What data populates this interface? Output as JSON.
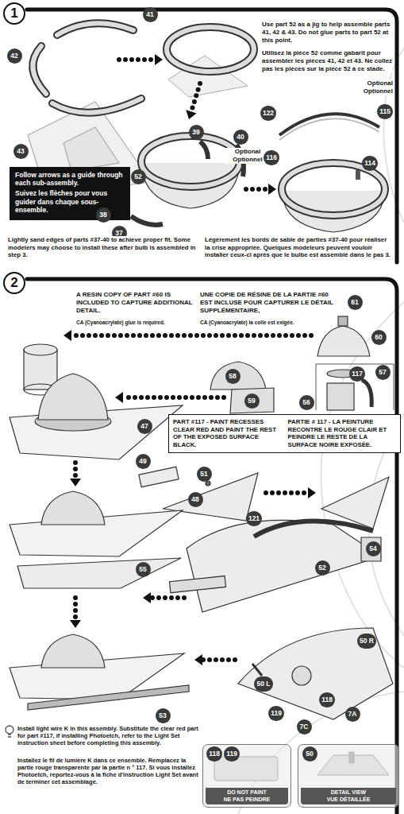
{
  "diagram": {
    "nodes": [
      {
        "text": [
          "1"
        ]
      },
      {
        "text": [
          "Follow arrows as a guide through each sub-assembly.",
          "Suivez les flèches pour vous guider dans chaque sous- ensemble."
        ]
      },
      {
        "text": [
          "2"
        ]
      },
      {
        "text": [
          "PART #117 - PAINT RECESSES CLEAR RED AND PAINT THE REST OF THE EXPOSED SURFACE BLACK.",
          "PARTIE # 117 - LA PEINTURE RECONTRE LE ROUGE CLAIR ET PEINDRE LE RESTE DE LA SURFACE NOIRE EXPOSÉE."
        ]
      },
      {
        "text": [
          "DO NOT PAINT",
          "NE PAS PEINDRE"
        ]
      },
      {
        "text": [
          "DETAIL VIEW",
          "VUE DÉTAILLÉE"
        ]
      }
    ],
    "labels": [
      "41",
      "42",
      "43",
      "52",
      "Use part 52 as a jig to help assemble parts 41, 42 & 43. Do not glue parts to part 52 at this point.",
      "Utilisez la pièce 52 comme gabarit pour assembler les pièces 41, 42 et 43. Ne collez pas les pièces sur la pièce 52 à ce stade.",
      "Optional",
      "Optionnel",
      "122",
      "115",
      "39",
      "40",
      "Optional",
      "Optionnel",
      "116",
      "114",
      "38",
      "37",
      "Lightly sand edges of parts #37-40 to achieve proper fit. Some modelers may choose to install these after bulb is assembled in step 3.",
      "Légèrement les bords de sable de parties #37-40 pour réaliser la crise appropriée. Quelques modeleurs peuvent vouloir installer ceux-ci après que le bulbe est assemblé dans le pas 3.",
      "A RESIN COPY OF PART #60 IS INCLUDED TO CAPTURE ADDITIONAL DETAIL.",
      "CA (Cyanoacrylate) glue is required.",
      "UNE COPIE DE RÉSINE DE LA PARTIE #60 EST INCLUSE POUR CAPTURER LE DÉTAIL SUPPLÉMENTAIRE,",
      "CA (Cyanoacrylate) la colle est exigée.",
      "61",
      "60",
      "117",
      "57",
      "58",
      "59",
      "56",
      "47",
      "49",
      "51",
      "48",
      "121",
      "54",
      "52",
      "55",
      "50 R",
      "50 L",
      "119",
      "118",
      "7C",
      "7A",
      "53",
      "Install light wire K in this assembly. Substitute the clear red part for part #117, if installing Photoetch, refer to the Light Set instruction sheet before completing this assembly.",
      "Installez le fil de lumière K dans ce ensemble. Remplacez la partie rouge transparente par la partie n ° 117. Si vous installez Photoetch, reportez-vous à la fiche d'instruction Light Set avant de terminer cet assemblage.",
      "118",
      "119",
      "50"
    ]
  }
}
